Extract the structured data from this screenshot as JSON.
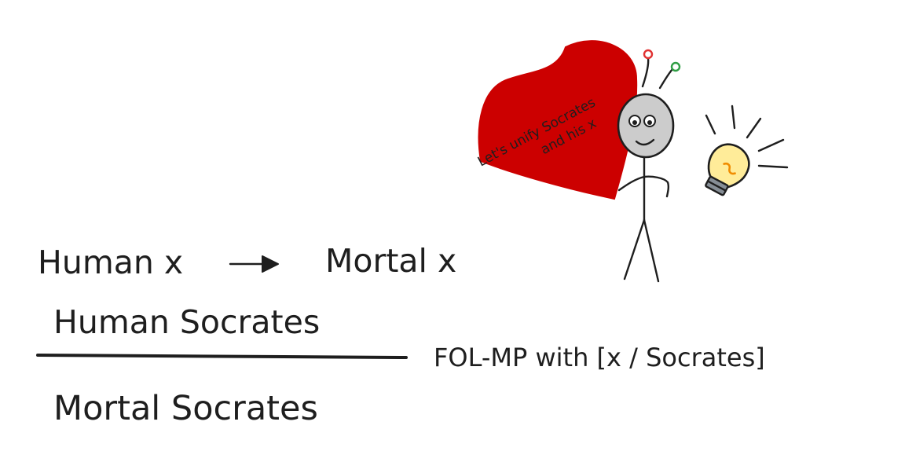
{
  "formula": {
    "antecedent": "Human x",
    "consequent": "Mortal x"
  },
  "premise": "Human Socrates",
  "conclusion": "Mortal Socrates",
  "rule_label": "FOL-MP with [x / Socrates]",
  "speech": {
    "line1": "Let's unify Socrates",
    "line2": "and his x"
  },
  "colors": {
    "ink": "#1e1e1e",
    "heart": "#cc0000",
    "bulb": "#ffec99",
    "bulb_filament": "#f08c00",
    "antenna_left": "#e03131",
    "antenna_right": "#2f9e44",
    "head": "#cccccc"
  }
}
